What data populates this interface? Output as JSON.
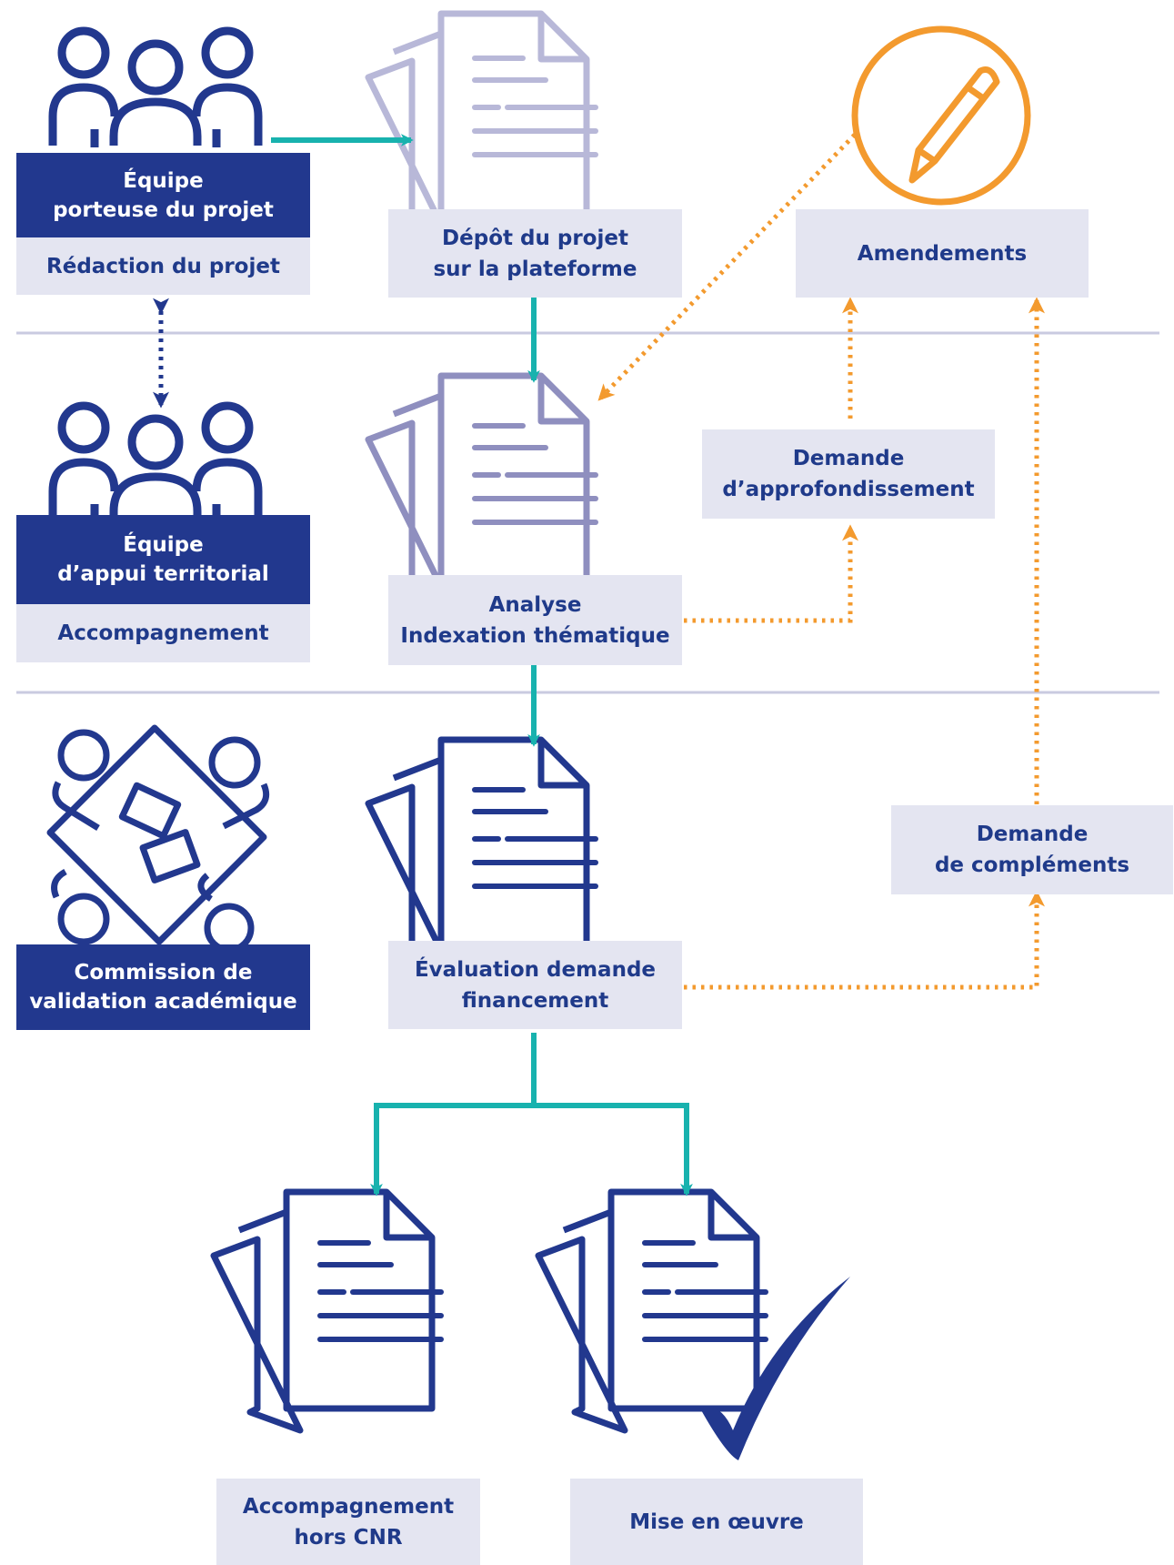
{
  "colors": {
    "navy": "#22388e",
    "lavender": "#8f8fbf",
    "lavender_light": "#b8b8d8",
    "teal": "#18b2ae",
    "orange": "#f39a2e",
    "box_bg": "#e4e5f1",
    "separator": "#c9cae0"
  },
  "actors": {
    "porteuse": {
      "line1": "Équipe",
      "line2": "porteuse du projet",
      "activity": "Rédaction du projet",
      "icon": "people-group-icon"
    },
    "appui": {
      "line1": "Équipe",
      "line2": "d’appui territorial",
      "activity": "Accompagnement",
      "icon": "people-group-icon"
    },
    "commission": {
      "line1": "Commission de",
      "line2": "validation académique",
      "icon": "meeting-table-icon"
    }
  },
  "steps": {
    "depot": {
      "line1": "Dépôt du projet",
      "line2": "sur la plateforme",
      "icon": "document-stack-icon"
    },
    "analyse": {
      "line1": "Analyse",
      "line2": "Indexation thématique",
      "icon": "document-stack-icon"
    },
    "evaluation": {
      "line1": "Évaluation demande",
      "line2": "financement",
      "icon": "document-stack-icon"
    },
    "amendements": {
      "line1": "Amendements",
      "icon": "pencil-circle-icon"
    },
    "approfondissement": {
      "line1": "Demande",
      "line2": "d’approfondissement"
    },
    "complements": {
      "line1": "Demande",
      "line2": "de compléments"
    }
  },
  "outcomes": {
    "hors_cnr": {
      "line1": "Accompagnement",
      "line2": "hors CNR",
      "icon": "document-stack-icon"
    },
    "mise_en_oeuvre": {
      "line1": "Mise en œuvre",
      "icon": "checkmark-icon"
    }
  }
}
